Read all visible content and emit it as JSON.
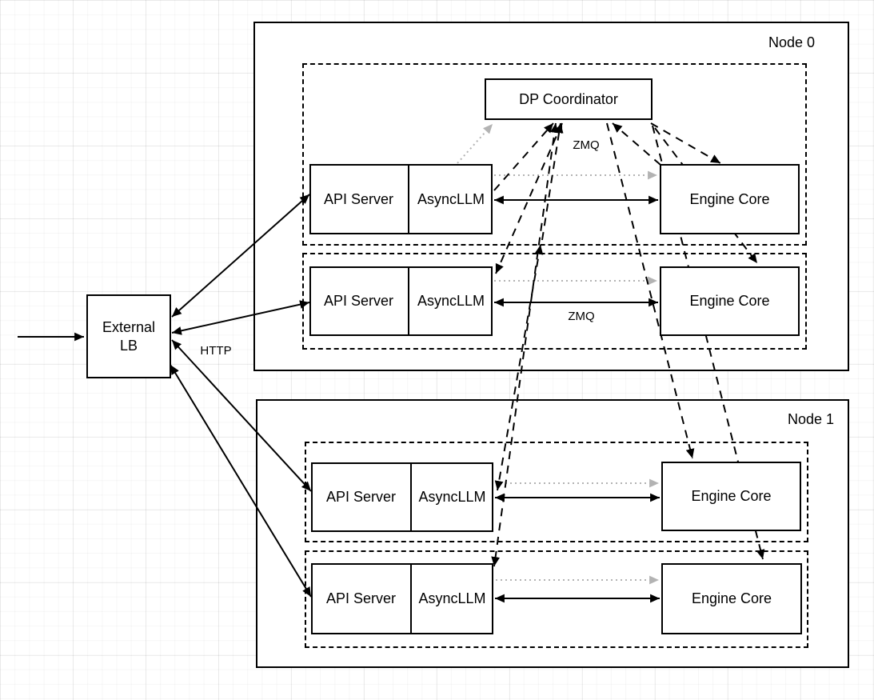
{
  "diagram": {
    "external_lb": {
      "label": "External\nLB"
    },
    "edge_labels": {
      "http": "HTTP",
      "zmq_coordinator": "ZMQ",
      "zmq_engine": "ZMQ"
    },
    "nodes": [
      {
        "label": "Node 0",
        "coordinator_label": "DP Coordinator",
        "replicas": [
          {
            "api_server": "API Server",
            "async_llm": "AsyncLLM",
            "engine_core": "Engine Core"
          },
          {
            "api_server": "API Server",
            "async_llm": "AsyncLLM",
            "engine_core": "Engine Core"
          }
        ]
      },
      {
        "label": "Node 1",
        "replicas": [
          {
            "api_server": "API Server",
            "async_llm": "AsyncLLM",
            "engine_core": "Engine Core"
          },
          {
            "api_server": "API Server",
            "async_llm": "AsyncLLM",
            "engine_core": "Engine Core"
          }
        ]
      }
    ],
    "colors": {
      "stroke": "#000000",
      "gray_arrow": "#b3b3b3",
      "box_fill": "#ffffff"
    }
  }
}
